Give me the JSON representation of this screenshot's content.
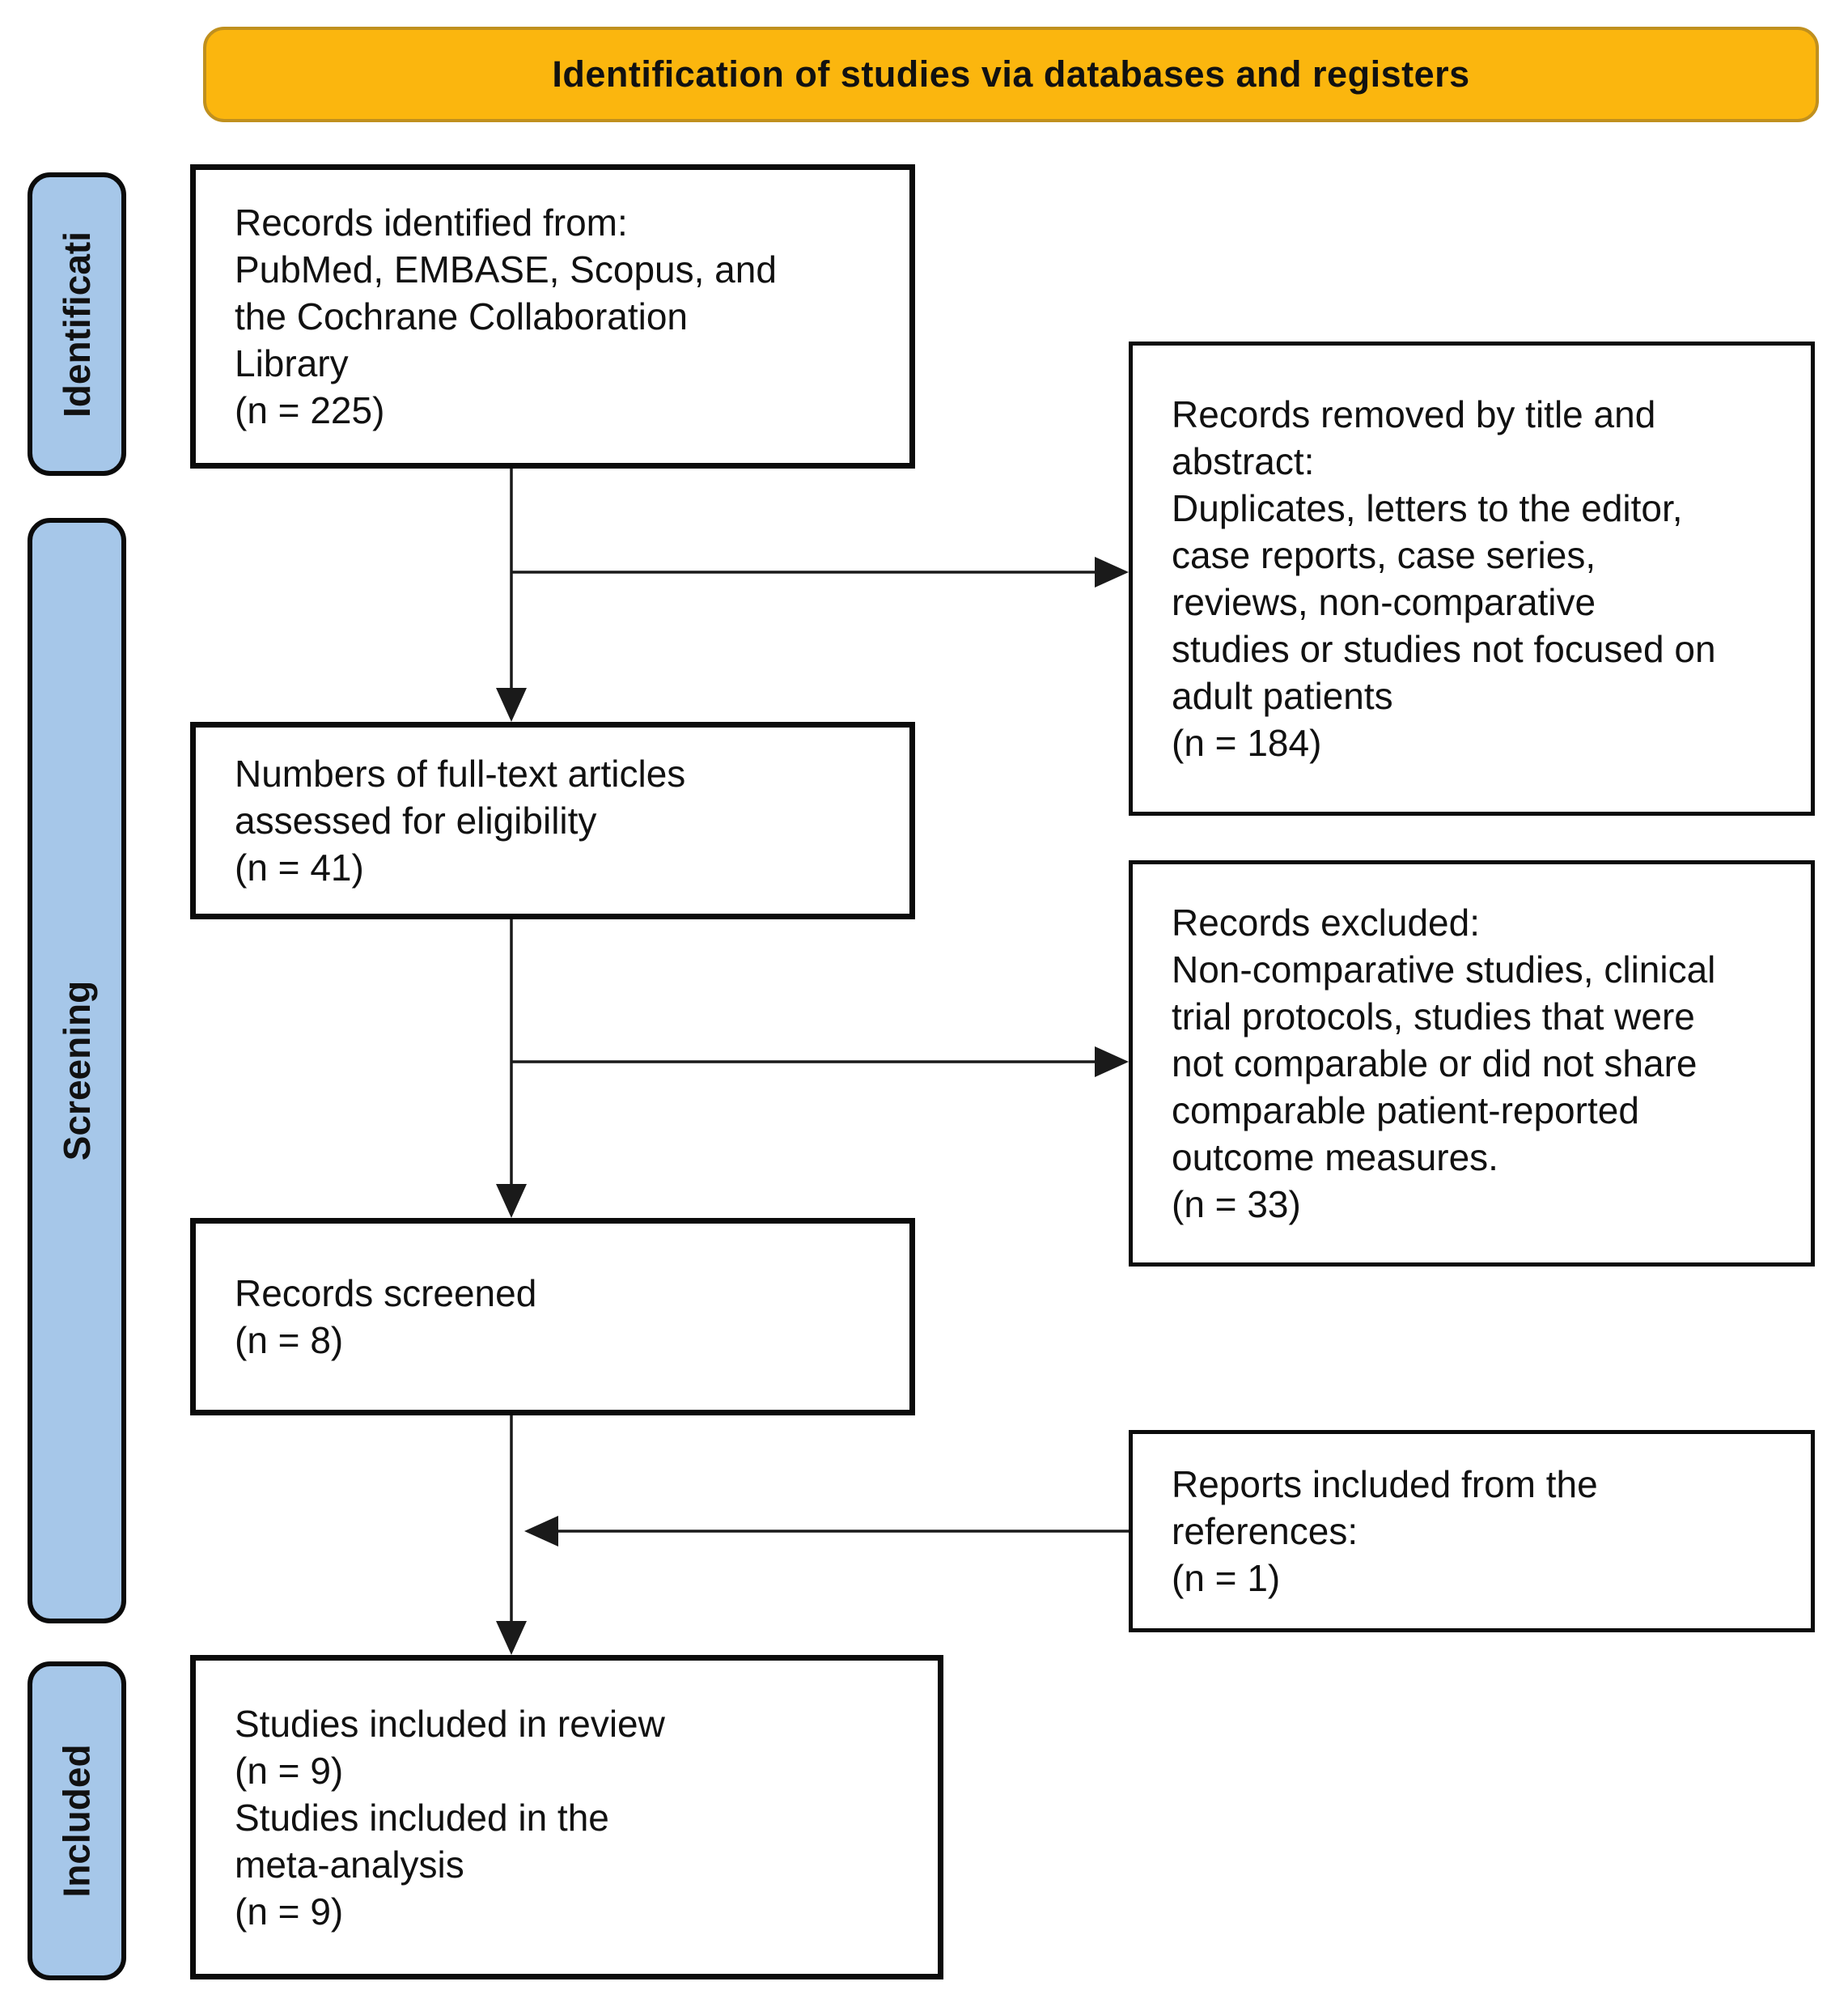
{
  "banner": {
    "title": "Identification of studies via databases and registers"
  },
  "stages": [
    {
      "id": "identification",
      "label": "Identificati"
    },
    {
      "id": "screening",
      "label": "Screening"
    },
    {
      "id": "included",
      "label": "Included"
    }
  ],
  "boxes": {
    "records_identified": {
      "text": "Records identified from:\nPubMed, EMBASE, Scopus, and\nthe Cochrane Collaboration\nLibrary\n(n = 225)",
      "n": 225
    },
    "records_removed": {
      "text": "Records removed by title and\nabstract:\nDuplicates, letters to the editor,\ncase reports, case series,\nreviews, non-comparative\nstudies or studies not focused on\nadult patients\n(n = 184)",
      "n": 184
    },
    "fulltext_assessed": {
      "text": "Numbers of full-text articles\nassessed for eligibility\n(n = 41)",
      "n": 41
    },
    "records_excluded": {
      "text": "Records excluded:\nNon-comparative studies, clinical\ntrial protocols, studies that were\nnot comparable or did not share\ncomparable patient-reported\noutcome measures.\n(n = 33)",
      "n": 33
    },
    "records_screened": {
      "text": "Records screened\n(n = 8)",
      "n": 8
    },
    "reports_from_references": {
      "text": "Reports included from the\nreferences:\n(n = 1)",
      "n": 1
    },
    "studies_included": {
      "text": "Studies included in review\n(n = 9)\nStudies included in the\nmeta-analysis\n(n = 9)",
      "n_review": 9,
      "n_meta_analysis": 9
    }
  },
  "colors": {
    "banner_fill": "#FBB60E",
    "banner_border": "#C0901E",
    "stage_fill": "#A6C7E9"
  }
}
